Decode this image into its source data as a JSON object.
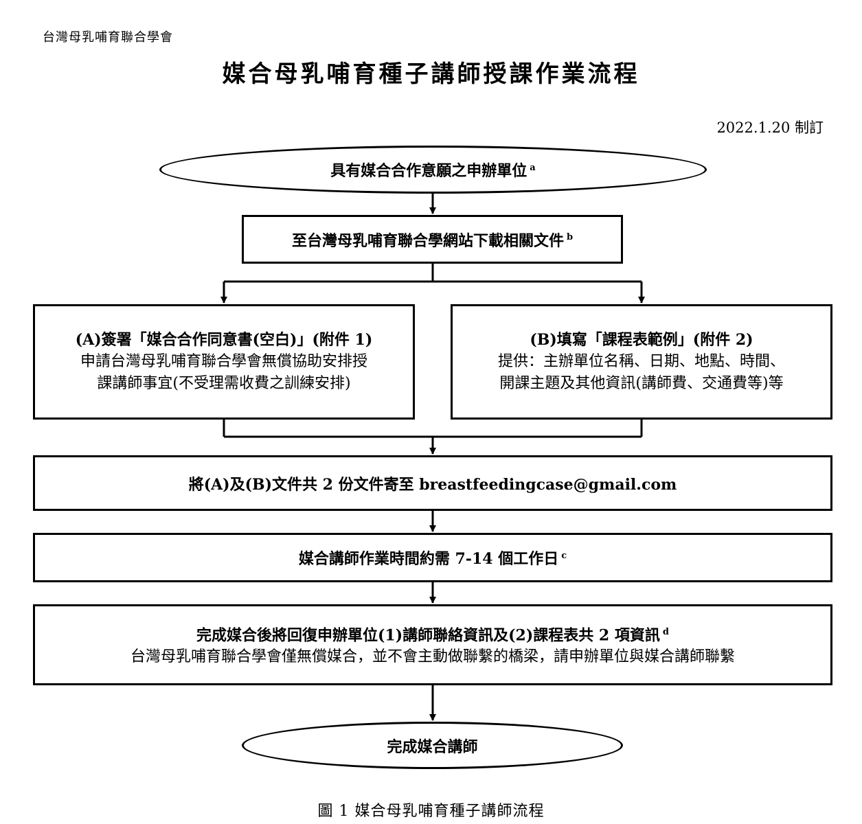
{
  "header": {
    "organization": "台灣母乳哺育聯合學會",
    "title": "媒合母乳哺育種子講師授課作業流程",
    "date": "2022.1.20  制訂"
  },
  "flow": {
    "start": {
      "text": "具有媒合合作意願之申辦單位",
      "note": "a"
    },
    "download": {
      "text": "至台灣母乳哺育聯合學網站下載相關文件",
      "note": "b"
    },
    "branch_a": {
      "heading": "(A)簽署「媒合合作同意書(空白)」(附件 1)",
      "line1": "申請台灣母乳哺育聯合學會無償協助安排授",
      "line2": "課講師事宜(不受理需收費之訓練安排)"
    },
    "branch_b": {
      "heading": "(B)填寫「課程表範例」(附件 2)",
      "line1": "提供：主辦單位名稱、日期、地點、時間、",
      "line2": "開課主題及其他資訊(講師費、交通費等)等"
    },
    "send": {
      "text": "將(A)及(B)文件共 2 份文件寄至 breastfeedingcase@gmail.com"
    },
    "processing": {
      "text": "媒合講師作業時間約需 7-14  個工作日",
      "note": "c"
    },
    "reply": {
      "heading": "完成媒合後將回復申辦單位(1)講師聯絡資訊及(2)課程表共 2 項資訊",
      "note": "d",
      "line1": "台灣母乳哺育聯合學會僅無償媒合，並不會主動做聯繫的橋梁，請申辦單位與媒合講師聯繫"
    },
    "end": {
      "text": "完成媒合講師"
    }
  },
  "caption": "圖 1  媒合母乳哺育種子講師流程"
}
